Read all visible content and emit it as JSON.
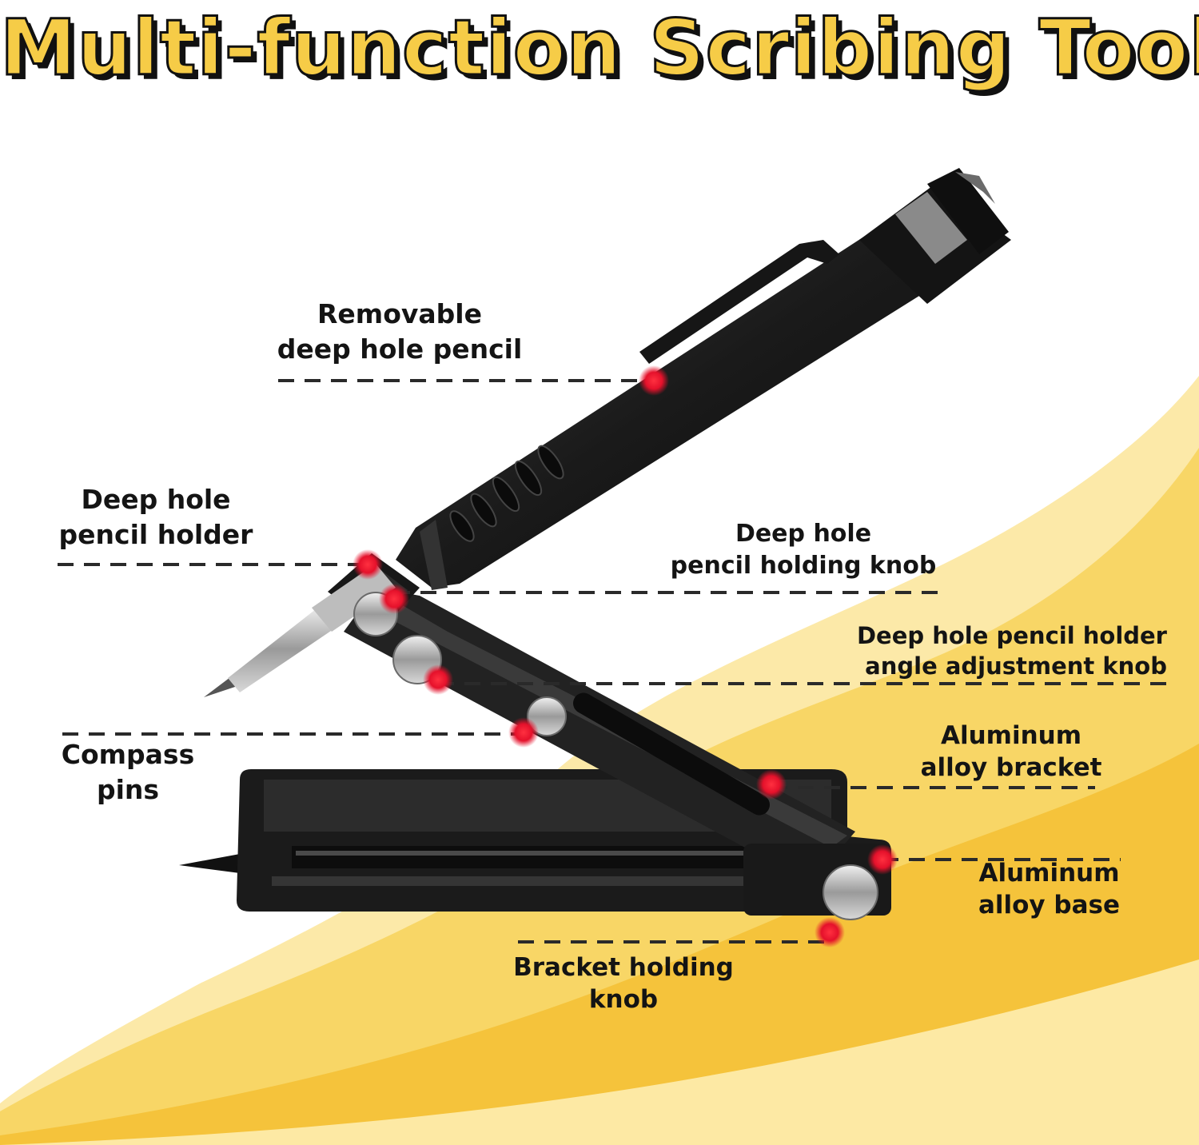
{
  "title": "Multi-function Scribing Tool",
  "labels": {
    "removable_pencil": [
      "Removable",
      "deep hole pencil"
    ],
    "pencil_holder": [
      "Deep hole",
      "pencil holder"
    ],
    "holding_knob": [
      "Deep hole",
      "pencil holding knob"
    ],
    "angle_knob": [
      "Deep hole pencil holder",
      "angle adjustment knob"
    ],
    "compass_pins": [
      "Compass",
      "pins"
    ],
    "alloy_bracket": [
      "Aluminum",
      "alloy bracket"
    ],
    "alloy_base": [
      "Aluminum",
      "alloy base"
    ],
    "bracket_knob": [
      "Bracket holding",
      "knob"
    ]
  },
  "colors": {
    "title_fill": "#f6cc47",
    "wave_light": "#fce9a8",
    "wave_mid": "#f8d666",
    "wave_deep": "#f5c33b",
    "tool_body": "#1c1c1c",
    "marker": "#e5112b",
    "leader_line": "#2a2a2a"
  }
}
